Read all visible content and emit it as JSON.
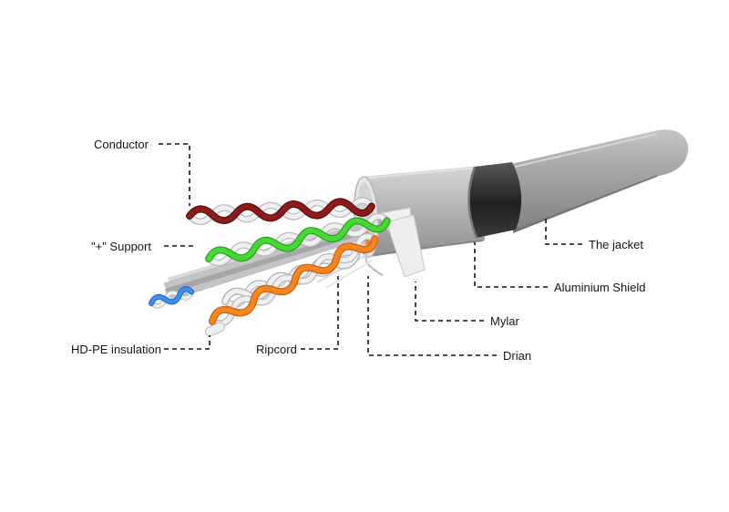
{
  "diagram": {
    "labels": {
      "conductor": "Conductor",
      "support": "\"+\" Support",
      "hdpe_insulation": "HD-PE insulation",
      "ripcord": "Ripcord",
      "drian": "Drian",
      "mylar": "Mylar",
      "aluminium_shield": "Aluminium Shield",
      "jacket": "The jacket"
    },
    "colors": {
      "pair_maroon": "#8c1b1c",
      "pair_green": "#47d836",
      "pair_orange": "#f6861f",
      "pair_white": "#eef0f2",
      "conductor_blue": "#3f8ff2",
      "support_gray": "#c4c4c7",
      "mylar_white": "#eceef0",
      "jacket_gray": "#9d9da0",
      "shield_gray": "#bcbcbf",
      "ring_dark": "#333336",
      "leader_line": "#141414",
      "background": "#ffffff"
    }
  }
}
